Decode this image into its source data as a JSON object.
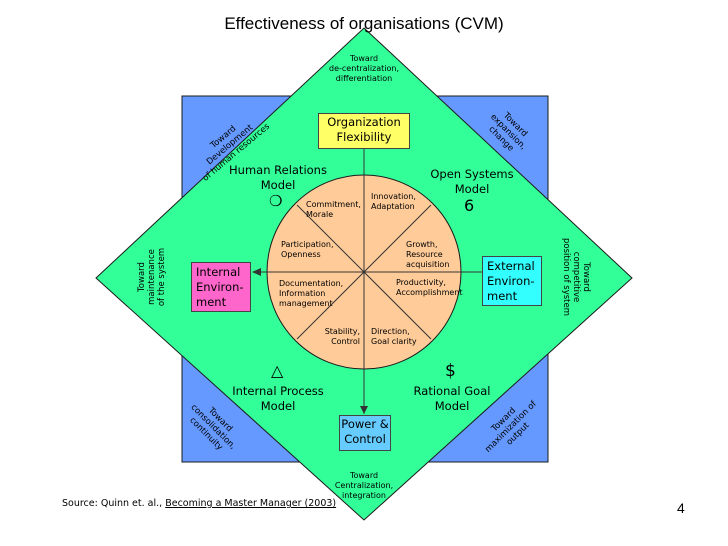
{
  "title": "Effectiveness of organisations (CVM)",
  "source": {
    "prefix": "Source:  Quinn et. al.,",
    "book": "Becoming a Master Manager (2003)"
  },
  "page_number": "4",
  "top_direction": [
    "Toward",
    "de-centralization,",
    "differentiation"
  ],
  "bottom_direction": [
    "Toward",
    "Centralization,",
    "integration"
  ],
  "left_direction": [
    "Toward",
    "maintenance",
    "of the system"
  ],
  "right_direction": [
    "Toward",
    "competitive",
    "position of system"
  ],
  "corner_top_left": [
    "Toward",
    "Development",
    "of human resources"
  ],
  "corner_top_right": [
    "Toward",
    "expansion,",
    "change"
  ],
  "corner_bottom_left": [
    "Toward",
    "consolidation,",
    "continuity"
  ],
  "corner_bottom_right": [
    "Toward",
    "maximization of",
    "output"
  ],
  "axis_boxes": {
    "top": [
      "Organization",
      "Flexibility"
    ],
    "bottom": [
      "Power &",
      "Control"
    ],
    "left": [
      "Internal",
      "Environ-",
      "ment"
    ],
    "right": [
      "External",
      "Environ-",
      "ment"
    ]
  },
  "models": {
    "human_relations": [
      "Human Relations",
      "Model"
    ],
    "open_systems": [
      "Open Systems",
      "Model"
    ],
    "internal_process": [
      "Internal Process",
      "Model"
    ],
    "rational_goal": [
      "Rational Goal",
      "Model"
    ]
  },
  "symbols": {
    "human_relations": "❍",
    "open_systems": "6",
    "internal_process": "△",
    "rational_goal": "$"
  },
  "circle_segments": {
    "commitment": [
      "Commitment,",
      "Morale"
    ],
    "innovation": [
      "Innovation,",
      "Adaptation"
    ],
    "participation": [
      "Participation,",
      "Openness"
    ],
    "growth": [
      "Growth,",
      "Resource",
      "acquisition"
    ],
    "documentation": [
      "Documentation,",
      "Information",
      "management"
    ],
    "productivity": [
      "Productivity,",
      "Accomplishment"
    ],
    "stability": [
      "Stability,",
      "Control"
    ],
    "direction": [
      "Direction,",
      "Goal clarity"
    ]
  },
  "colors": {
    "outer_square": "#6699ff",
    "diamond": "#33ff99",
    "circle": "#ffcc99",
    "top_box": "#ffff66",
    "bottom_box": "#66ccff",
    "left_box": "#ff66cc",
    "right_box": "#33ffff"
  }
}
